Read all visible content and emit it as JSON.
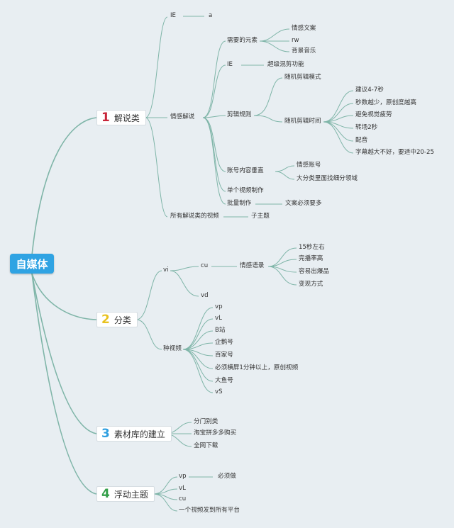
{
  "root": "自媒体",
  "categories": [
    {
      "num": "1",
      "label": "解说类",
      "color": "#c8263a"
    },
    {
      "num": "2",
      "label": "分类",
      "color": "#e8c21f"
    },
    {
      "num": "3",
      "label": "素材库的建立",
      "color": "#2f9fe0"
    },
    {
      "num": "4",
      "label": "浮动主题",
      "color": "#34a04a"
    }
  ],
  "nodes": {
    "ie1": "IE",
    "a": "a",
    "qingganjieshuo": "情感解说",
    "xuyao": "需要的元素",
    "qinggan_wenan": "情感文案",
    "rw": "rw",
    "beijing": "背景音乐",
    "ie2": "IE",
    "chaoji": "超级混剪功能",
    "jianji": "剪辑规则",
    "suiji_moshi": "随机剪辑模式",
    "suiji_shijian": "随机剪辑时间",
    "jianyi": "建议4-7秒",
    "miaoshu": "秒数越少，原创度越高",
    "bimian": "避免视觉疲劳",
    "zhuanchang": "转场2秒",
    "peiyin": "配音",
    "zimu": "字幕越大不好，要适中20-25",
    "zhanghao_chuizhi": "账号内容垂直",
    "qinggan_zhanghao": "情感账号",
    "dafenlei": "大分类里面找细分领域",
    "dange": "单个视频制作",
    "piliang": "批量制作",
    "wenan_biyao": "文案必须要多",
    "suoyou": "所有解说类的视频",
    "zizhuti": "子主题",
    "vi": "vi",
    "cu": "cu",
    "qinggan_yulu": "情感语录",
    "s15": "15秒左右",
    "wanbo": "完播率高",
    "rongyi": "容易出爆品",
    "bianxian": "变现方式",
    "vd": "vd",
    "zhongshipin": "种视频",
    "vp": "vp",
    "vL": "vL",
    "bzhan": "B站",
    "qie": "企鹅号",
    "baijia": "百家号",
    "bixu": "必须横屏1分钟以上，原创视频",
    "dayu": "大鱼号",
    "vS": "vS",
    "fenmen": "分门别类",
    "taobao": "淘宝拼多多购买",
    "quanwang": "全网下载",
    "vp2": "vp",
    "bixuzuo": "必须做",
    "vL2": "vL",
    "cu2": "cu",
    "yige": "一个视频发到所有平台"
  }
}
